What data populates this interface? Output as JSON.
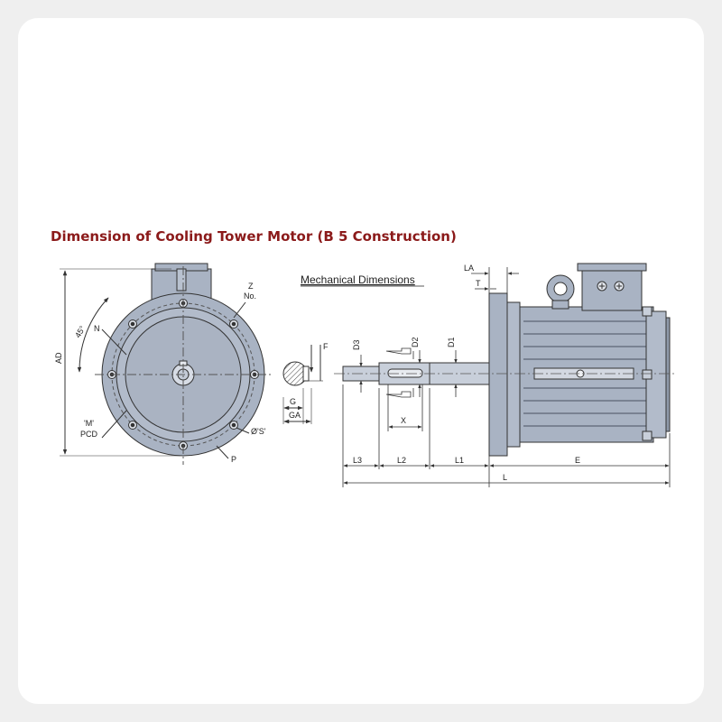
{
  "title": "Dimension of Cooling Tower Motor (B 5 Construction)",
  "subtitle": "Mechanical Dimensions",
  "colors": {
    "title": "#8b1a1a",
    "motor_fill": "#a9b3c3",
    "line": "#333333",
    "card": "#ffffff",
    "background": "#efefef"
  },
  "labels": {
    "ad": "AD",
    "angle": "45°",
    "n": "N",
    "z": "Z",
    "z_no": "No.",
    "m": "'M'",
    "pcd": "PCD",
    "s": "Ø'S'",
    "p": "P",
    "f": "F",
    "g": "G",
    "ga": "GA",
    "d3": "D3",
    "d2": "D2",
    "d1": "D1",
    "x": "X",
    "la": "LA",
    "t": "T",
    "l3": "L3",
    "l2": "L2",
    "l1": "L1",
    "e": "E",
    "l": "L"
  }
}
